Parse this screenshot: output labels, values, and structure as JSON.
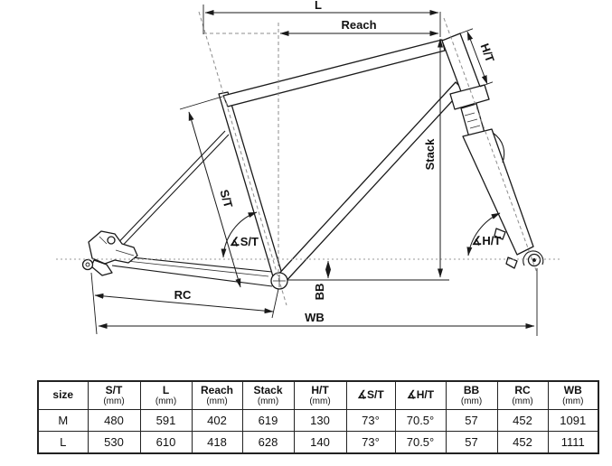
{
  "diagram": {
    "labels": {
      "L": "L",
      "reach": "Reach",
      "ht": "H/T",
      "stack": "Stack",
      "st": "S/T",
      "angle_st": "∡S/T",
      "angle_ht": "∡H/T",
      "bb": "BB",
      "rc": "RC",
      "wb": "WB"
    }
  },
  "table": {
    "columns": [
      {
        "label": "size",
        "unit": ""
      },
      {
        "label": "S/T",
        "unit": "(mm)"
      },
      {
        "label": "L",
        "unit": "(mm)"
      },
      {
        "label": "Reach",
        "unit": "(mm)"
      },
      {
        "label": "Stack",
        "unit": "(mm)"
      },
      {
        "label": "H/T",
        "unit": "(mm)"
      },
      {
        "label": "∡S/T",
        "unit": ""
      },
      {
        "label": "∡H/T",
        "unit": ""
      },
      {
        "label": "BB",
        "unit": "(mm)"
      },
      {
        "label": "RC",
        "unit": "(mm)"
      },
      {
        "label": "WB",
        "unit": "(mm)"
      }
    ],
    "rows": [
      {
        "cells": [
          "M",
          "480",
          "591",
          "402",
          "619",
          "130",
          "73°",
          "70.5°",
          "57",
          "452",
          "1091"
        ]
      },
      {
        "cells": [
          "L",
          "530",
          "610",
          "418",
          "628",
          "140",
          "73°",
          "70.5°",
          "57",
          "452",
          "1111"
        ]
      }
    ]
  },
  "colors": {
    "line": "#1a1a1a",
    "dashed": "#8c8c8c",
    "background": "#ffffff"
  }
}
